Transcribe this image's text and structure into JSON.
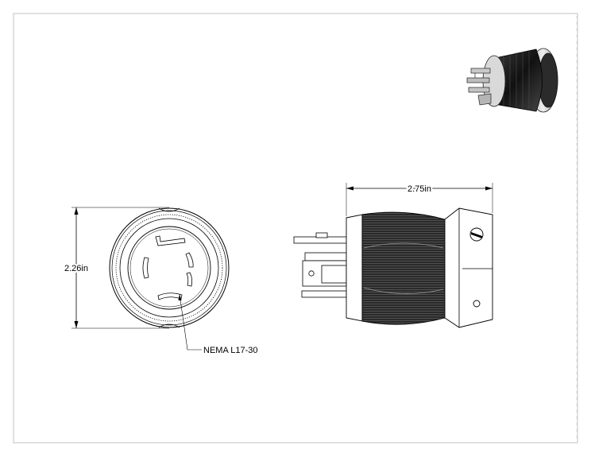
{
  "drawing": {
    "front_view": {
      "dimension_label": "2.26in",
      "callout_label": "NEMA L17-30"
    },
    "side_view": {
      "dimension_label": "2.75in"
    },
    "iso_view": {
      "icon": "plug-3d-render-icon"
    }
  },
  "colors": {
    "line": "#000000",
    "frame": "#b8b8b8",
    "body_dark": "#1a1a1a"
  }
}
